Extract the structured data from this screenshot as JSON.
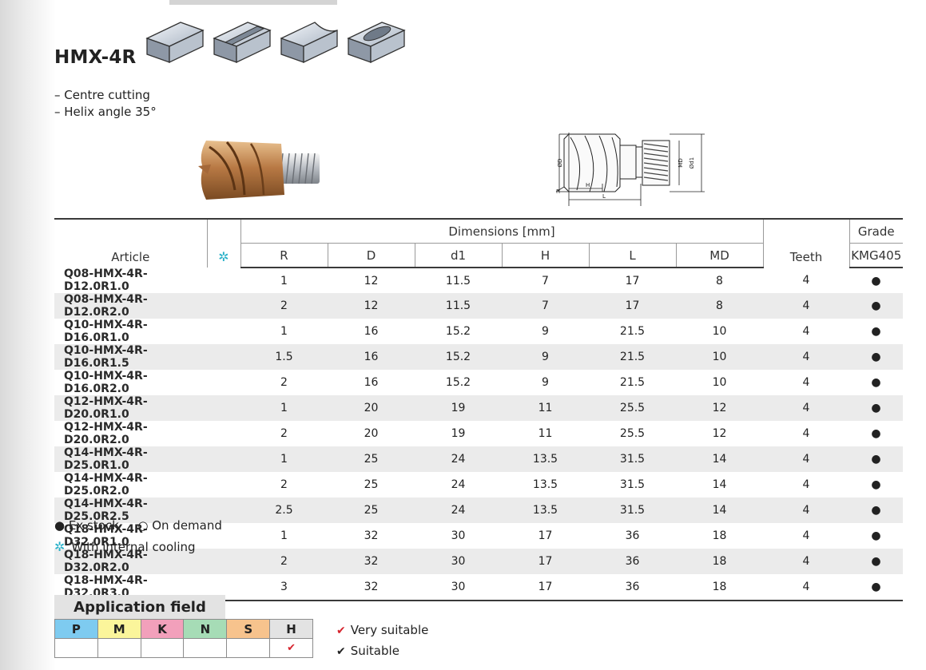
{
  "product": {
    "title": "HMX-4R",
    "features": [
      "– Centre cutting",
      "– Helix angle 35°"
    ]
  },
  "icons": {
    "internal_cooling": "snowflake-icon",
    "machining": [
      "face-milling-icon",
      "slotting-icon",
      "copy-milling-icon",
      "pocketing-icon"
    ]
  },
  "drawing_labels": {
    "D": "ØD",
    "R": "R",
    "H": "H",
    "L": "L",
    "MD": "MD",
    "d1": "Ød1"
  },
  "table": {
    "article_header": "Article",
    "cooling_symbol": "✲",
    "dimensions_header": "Dimensions [mm]",
    "dim_columns": [
      "R",
      "D",
      "d1",
      "H",
      "L",
      "MD"
    ],
    "teeth_header": "Teeth",
    "grade_header": "Grade",
    "grade_name": "KMG405",
    "rows": [
      [
        "Q08-HMX-4R-D12.0R1.0",
        "1",
        "12",
        "11.5",
        "7",
        "17",
        "8",
        "4",
        "●"
      ],
      [
        "Q08-HMX-4R-D12.0R2.0",
        "2",
        "12",
        "11.5",
        "7",
        "17",
        "8",
        "4",
        "●"
      ],
      [
        "Q10-HMX-4R-D16.0R1.0",
        "1",
        "16",
        "15.2",
        "9",
        "21.5",
        "10",
        "4",
        "●"
      ],
      [
        "Q10-HMX-4R-D16.0R1.5",
        "1.5",
        "16",
        "15.2",
        "9",
        "21.5",
        "10",
        "4",
        "●"
      ],
      [
        "Q10-HMX-4R-D16.0R2.0",
        "2",
        "16",
        "15.2",
        "9",
        "21.5",
        "10",
        "4",
        "●"
      ],
      [
        "Q12-HMX-4R-D20.0R1.0",
        "1",
        "20",
        "19",
        "11",
        "25.5",
        "12",
        "4",
        "●"
      ],
      [
        "Q12-HMX-4R-D20.0R2.0",
        "2",
        "20",
        "19",
        "11",
        "25.5",
        "12",
        "4",
        "●"
      ],
      [
        "Q14-HMX-4R-D25.0R1.0",
        "1",
        "25",
        "24",
        "13.5",
        "31.5",
        "14",
        "4",
        "●"
      ],
      [
        "Q14-HMX-4R-D25.0R2.0",
        "2",
        "25",
        "24",
        "13.5",
        "31.5",
        "14",
        "4",
        "●"
      ],
      [
        "Q14-HMX-4R-D25.0R2.5",
        "2.5",
        "25",
        "24",
        "13.5",
        "31.5",
        "14",
        "4",
        "●"
      ],
      [
        "Q18-HMX-4R-D32.0R1.0",
        "1",
        "32",
        "30",
        "17",
        "36",
        "18",
        "4",
        "●"
      ],
      [
        "Q18-HMX-4R-D32.0R2.0",
        "2",
        "32",
        "30",
        "17",
        "36",
        "18",
        "4",
        "●"
      ],
      [
        "Q18-HMX-4R-D32.0R3.0",
        "3",
        "32",
        "30",
        "17",
        "36",
        "18",
        "4",
        "●"
      ]
    ]
  },
  "legend": {
    "ex_stock": "● Ex stock",
    "on_demand": "○ On demand",
    "cooling": "With internal cooling"
  },
  "application": {
    "title": "Application field",
    "materials": [
      {
        "label": "P",
        "color": "#7ecbf0",
        "mark": ""
      },
      {
        "label": "M",
        "color": "#fbf59b",
        "mark": ""
      },
      {
        "label": "K",
        "color": "#f2a0bb",
        "mark": ""
      },
      {
        "label": "N",
        "color": "#a6dcb6",
        "mark": ""
      },
      {
        "label": "S",
        "color": "#f7c38d",
        "mark": ""
      },
      {
        "label": "H",
        "color": "#e3e3e3",
        "mark": "✔"
      }
    ],
    "very_suitable": "Very suitable",
    "suitable": "Suitable",
    "check_red": "#d6232d"
  }
}
